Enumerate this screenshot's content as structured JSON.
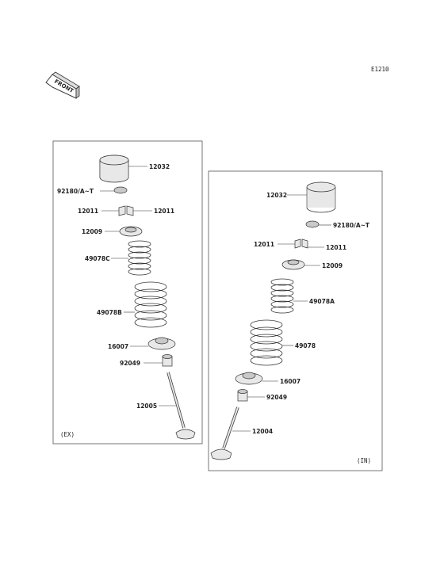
{
  "diagram_code": "E1210",
  "front_label": "FRONT",
  "exhaust": {
    "tag": "(EX)",
    "labels": {
      "tappet": "12032",
      "shim": "92180/A~T",
      "keeper_left": "12011",
      "keeper_right": "12011",
      "retainer": "12009",
      "inner_spring": "49078C",
      "outer_spring": "49078B",
      "spring_seat": "16007",
      "oil_seal": "92049",
      "valve": "12005"
    }
  },
  "intake": {
    "tag": "(IN)",
    "labels": {
      "tappet": "12032",
      "shim": "92180/A~T",
      "keeper_left": "12011",
      "keeper_right": "12011",
      "retainer": "12009",
      "inner_spring": "49078A",
      "outer_spring": "49078",
      "spring_seat": "16007",
      "oil_seal": "92049",
      "valve": "12004"
    }
  }
}
